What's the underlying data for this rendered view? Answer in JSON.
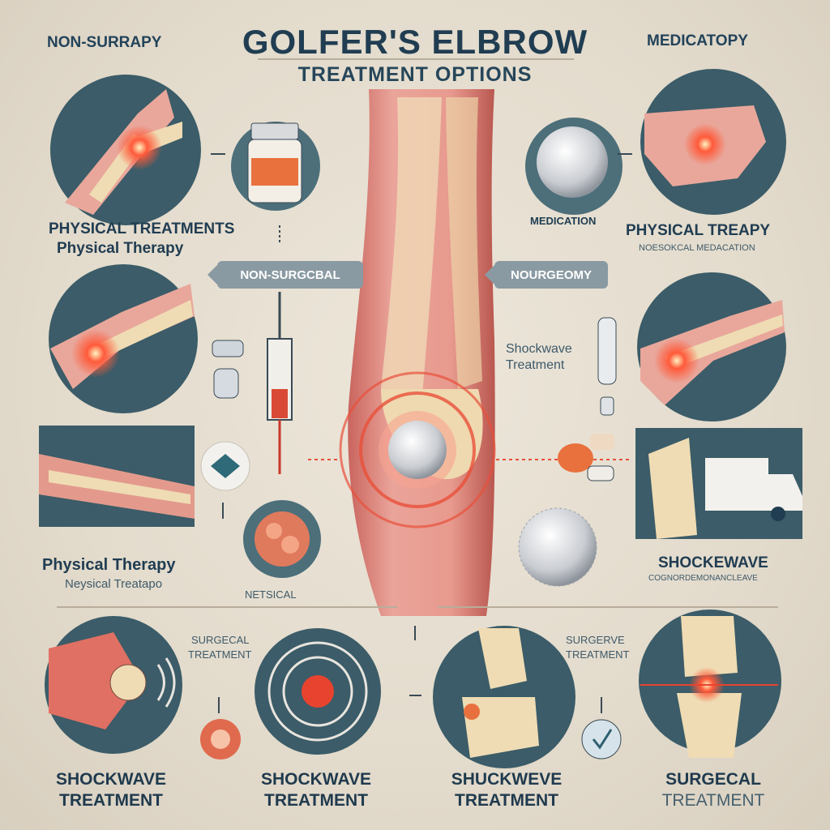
{
  "header": {
    "left_label": "NON-SURRAPY",
    "title": "GOLFER'S ELBROW",
    "subtitle": "TREATMENT OPTIONS",
    "right_label": "MEDICATOPY"
  },
  "pills": {
    "left": "NON-SURGCBAL",
    "right": "NOURGEOMY"
  },
  "left_column": {
    "label_1_line1": "PHYSICAL TREATMENTS",
    "label_1_line2": "Physical Therapy",
    "label_2_line1": "Physical Therapy",
    "label_2_line2": "Neysical Treatapo",
    "small_label": "NETSICAL"
  },
  "right_column": {
    "medication_label": "MEDICATION",
    "label_1_line1": "PHYSICAL TREAPY",
    "label_1_line2": "NOESOKCAL MEDACATION",
    "shockwave_line1": "Shockwave",
    "shockwave_line2": "Treatment",
    "label_2_line1": "SHOCKEWAVE",
    "label_2_line2": "COGNORDEMONANCLEAVE"
  },
  "bottom_row": {
    "small_1_line1": "SURGECAL",
    "small_1_line2": "TREATMENT",
    "small_2_line1": "SURGERVE",
    "small_2_line2": "TREATMENT",
    "item_1_line1": "SHOCKWAVE",
    "item_1_line2": "TREATMENT",
    "item_2_line1": "SHOCKWAVE",
    "item_2_line2": "TREATMENT",
    "item_3_line1": "SHUCKWEVE",
    "item_3_line2": "TREATMENT",
    "item_4_line1": "SURGECAL",
    "item_4_line2": "TREATMENT"
  },
  "colors": {
    "navy": "#203d52",
    "circle_fill": "#3b5c68",
    "accent_red": "#e8432f",
    "skin": "#e8a89a",
    "bone": "#efdcb4",
    "background": "#e6dfd2"
  }
}
